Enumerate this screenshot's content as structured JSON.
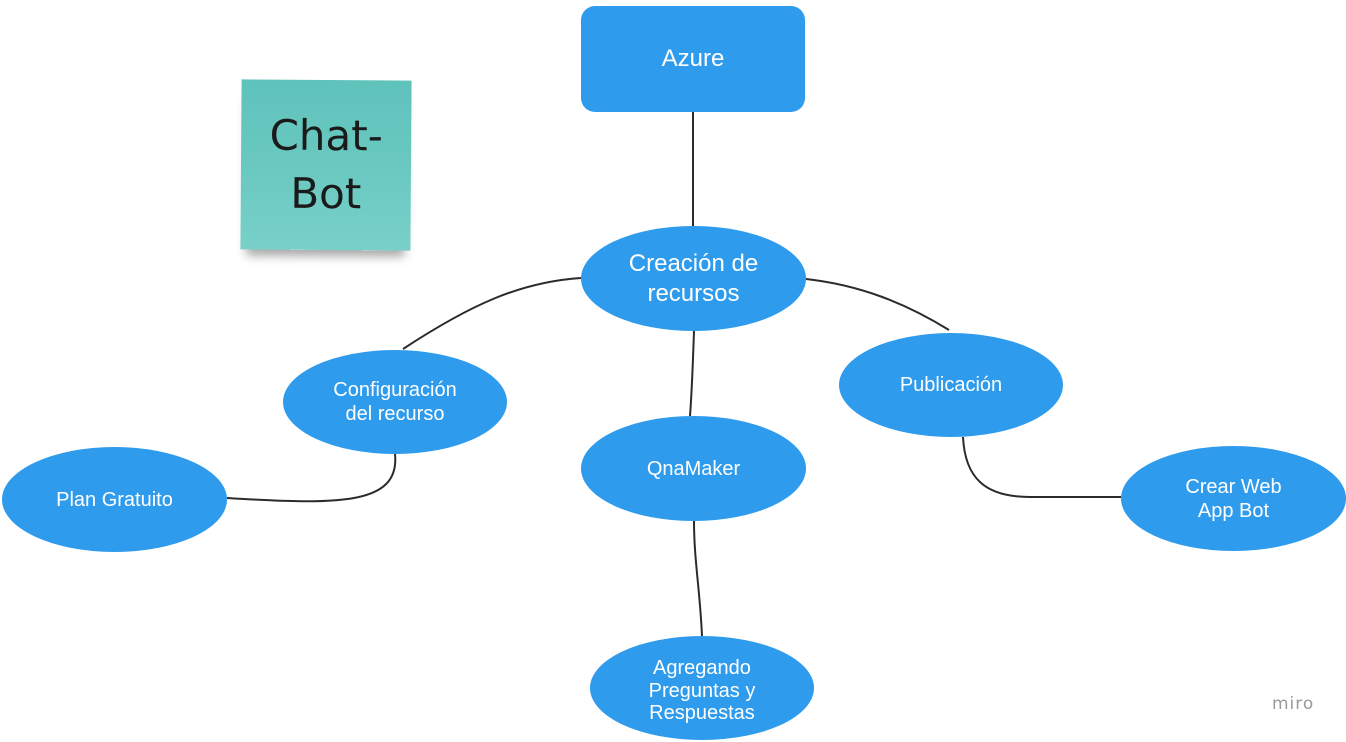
{
  "diagram": {
    "nodes": {
      "azure": "Azure",
      "creacion": "Creación de\nrecursos",
      "config": "Configuración\ndel recurso",
      "publicacion": "Publicación",
      "qnamaker": "QnaMaker",
      "plan": "Plan Gratuito",
      "crear": "Crear Web\nApp Bot",
      "agregando": "Agregando\nPreguntas y\nRespuestas"
    },
    "edges": [
      {
        "from": "Azure",
        "to": "Creación de recursos"
      },
      {
        "from": "Creación de recursos",
        "to": "Configuración del recurso"
      },
      {
        "from": "Creación de recursos",
        "to": "Publicación"
      },
      {
        "from": "Creación de recursos",
        "to": "QnaMaker"
      },
      {
        "from": "Configuración del recurso",
        "to": "Plan Gratuito"
      },
      {
        "from": "Publicación",
        "to": "Crear Web App Bot"
      },
      {
        "from": "QnaMaker",
        "to": "Agregando Preguntas y Respuestas"
      }
    ],
    "colors": {
      "node_fill": "#2f9bec",
      "node_text": "#ffffff",
      "connector": "#2b2b2b",
      "sticky_note": "#6ac9c1"
    }
  },
  "sticky_note": {
    "text": "Chat-\nBot"
  },
  "watermark": {
    "text": "miro"
  }
}
